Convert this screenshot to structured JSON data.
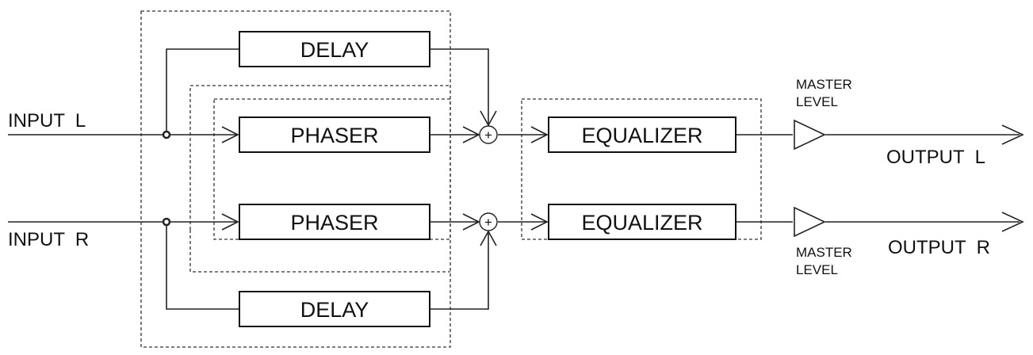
{
  "diagram": {
    "inputs": {
      "left": "INPUT  L",
      "right": "INPUT  R"
    },
    "outputs": {
      "left": "OUTPUT  L",
      "right": "OUTPUT  R"
    },
    "blocks": {
      "delay_top": "DELAY",
      "phaser_l": "PHASER",
      "phaser_r": "PHASER",
      "delay_bottom": "DELAY",
      "eq_l": "EQUALIZER",
      "eq_r": "EQUALIZER"
    },
    "master_l": {
      "line1": "MASTER",
      "line2": "LEVEL"
    },
    "master_r": {
      "line1": "MASTER",
      "line2": "LEVEL"
    },
    "summer_symbol": "+"
  }
}
